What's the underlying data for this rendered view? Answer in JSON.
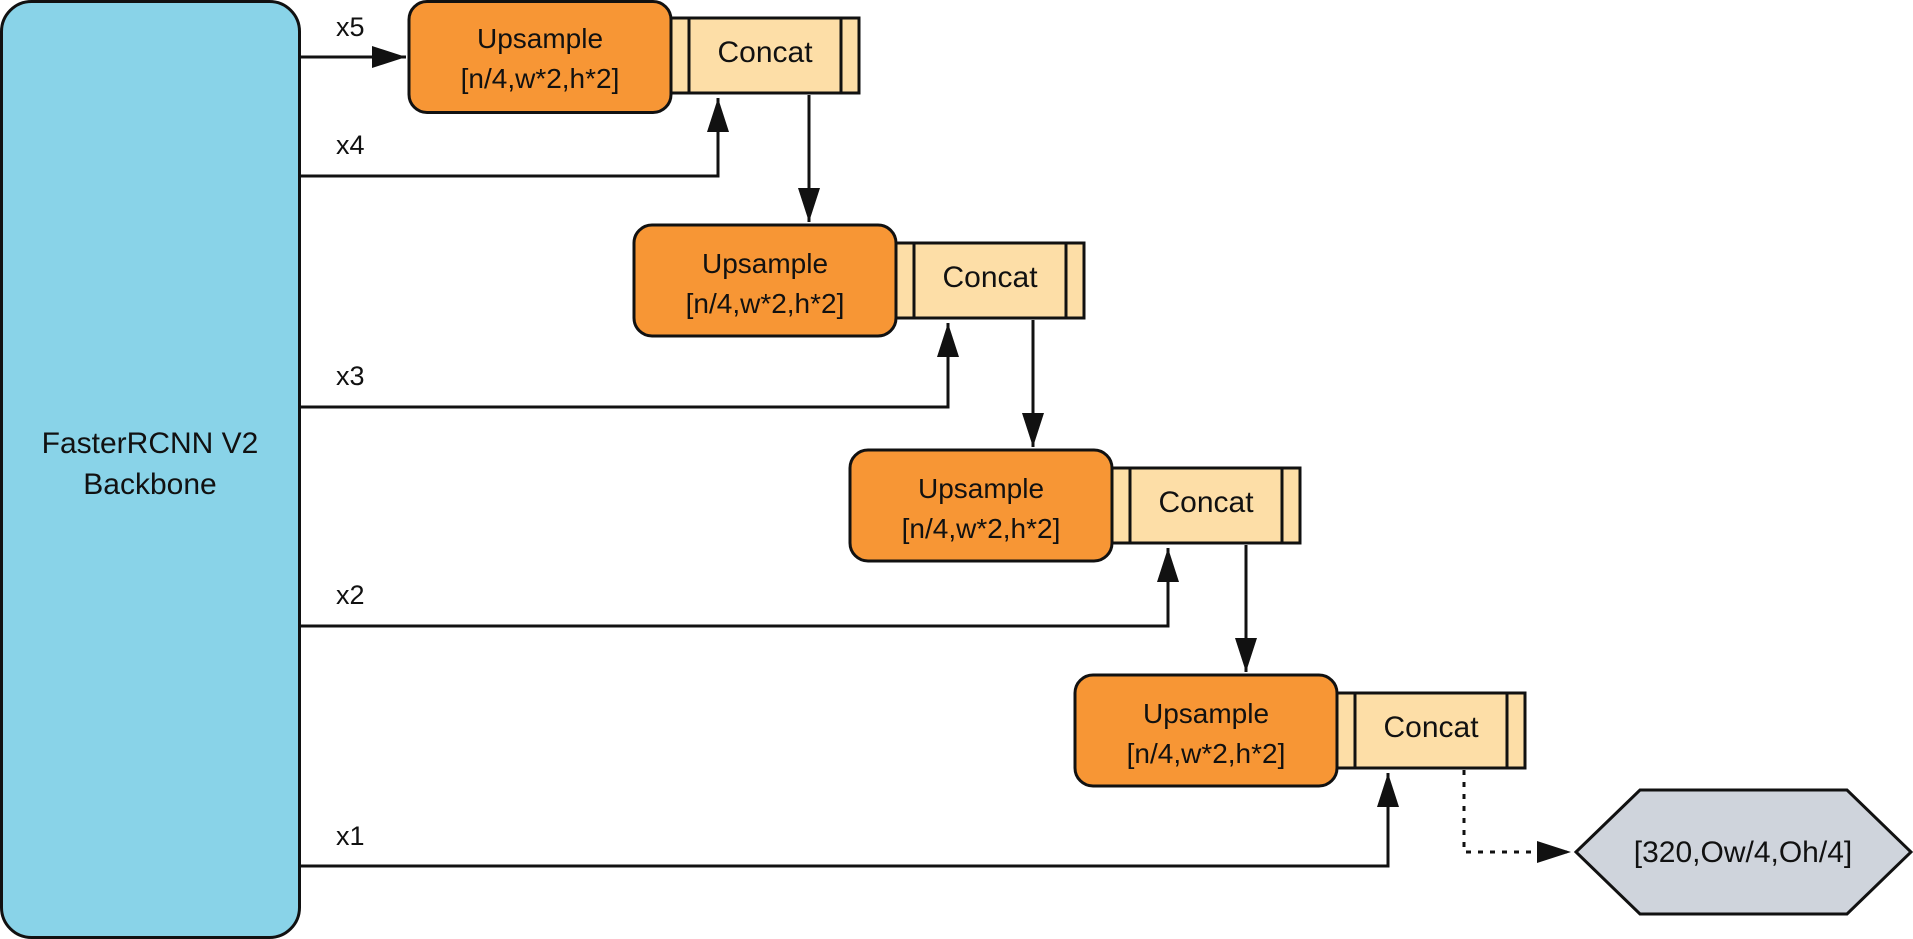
{
  "backbone": {
    "line1": "FasterRCNN V2",
    "line2": "Backbone"
  },
  "features": [
    "x5",
    "x4",
    "x3",
    "x2",
    "x1"
  ],
  "stages": [
    {
      "upsample_line1": "Upsample",
      "upsample_line2": "[n/4,w*2,h*2]",
      "concat": "Concat"
    },
    {
      "upsample_line1": "Upsample",
      "upsample_line2": "[n/4,w*2,h*2]",
      "concat": "Concat"
    },
    {
      "upsample_line1": "Upsample",
      "upsample_line2": "[n/4,w*2,h*2]",
      "concat": "Concat"
    },
    {
      "upsample_line1": "Upsample",
      "upsample_line2": "[n/4,w*2,h*2]",
      "concat": "Concat"
    }
  ],
  "output": {
    "label": "[320,Ow/4,Oh/4]"
  },
  "colors": {
    "backbone_fill": "#89d3e8",
    "upsample_fill": "#f79635",
    "concat_fill": "#fddea7",
    "output_fill": "#cfd4dc",
    "stroke": "#111111"
  }
}
